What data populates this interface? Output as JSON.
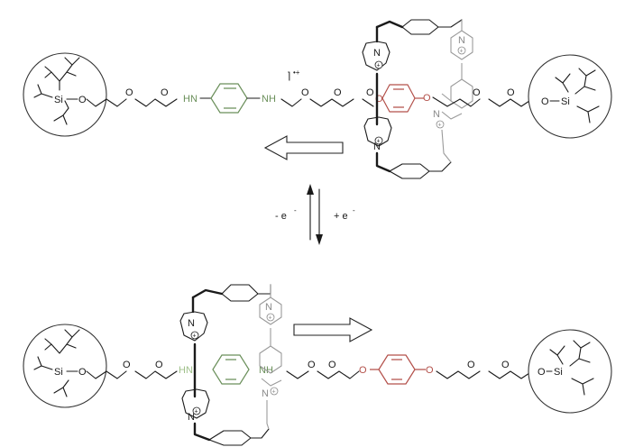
{
  "labels": {
    "si": "Si",
    "o": "O",
    "nh": "NH",
    "hn": "HN",
    "n": "N",
    "radical_charge": "•+",
    "plus": "+"
  },
  "arrows": {
    "oxidation": "- e",
    "reduction": "+ e",
    "electron_superscript": "-"
  },
  "colors": {
    "aniline_station": "#6a8f5a",
    "aniline_station_light": "#9fc08a",
    "oxy_station": "#b3504a",
    "ring_behind": "#9a9a9a",
    "ring_front": "#1a1a1a"
  }
}
